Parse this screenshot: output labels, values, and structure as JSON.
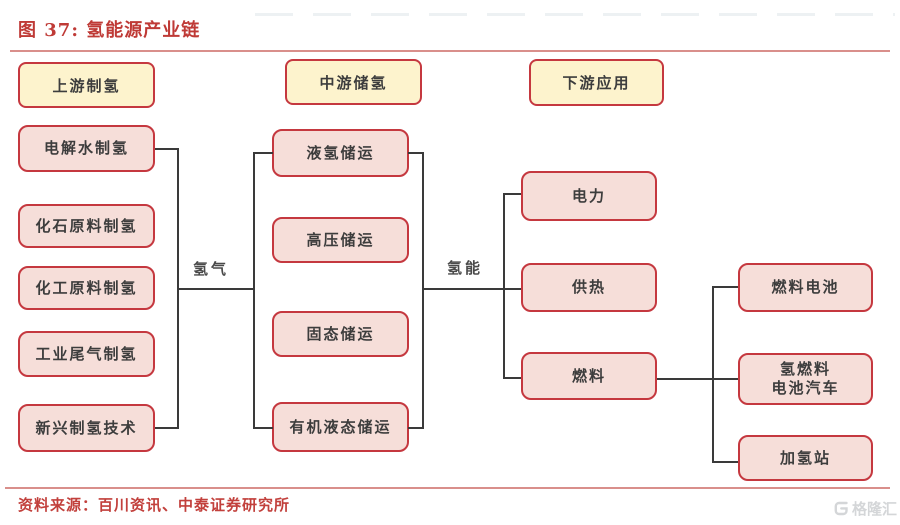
{
  "title": "图 37: 氢能源产业链",
  "stages": {
    "upstream": "上游制氢",
    "midstream": "中游储氢",
    "downstream": "下游应用"
  },
  "upstream_nodes": [
    "电解水制氢",
    "化石原料制氢",
    "化工原料制氢",
    "工业尾气制氢",
    "新兴制氢技术"
  ],
  "storage_nodes": [
    "液氢储运",
    "高压储运",
    "固态储运",
    "有机液态储运"
  ],
  "application_nodes": [
    "电力",
    "供热",
    "燃料"
  ],
  "fuel_applications": [
    "燃料电池",
    "氢燃料\n电池汽车",
    "加氢站"
  ],
  "edge_labels": {
    "hydrogen_gas": "氢气",
    "hydrogen_energy": "氢能"
  },
  "footer": {
    "source": "资料来源：百川资讯、中泰证券研究所"
  },
  "watermark": {
    "logo_icon": "gelonghui-g-icon",
    "text": "格隆汇"
  },
  "colors": {
    "title": "#bf3a36",
    "node_fill": "#f6ded9",
    "node_border": "#c5383f",
    "stage_fill": "#fdf3cd",
    "stage_border": "#c5383f",
    "divider": "#d98f8b",
    "connector": "#3a3a3a",
    "source_text": "#c2403c",
    "watermark_gray": "#d4d6d8"
  }
}
